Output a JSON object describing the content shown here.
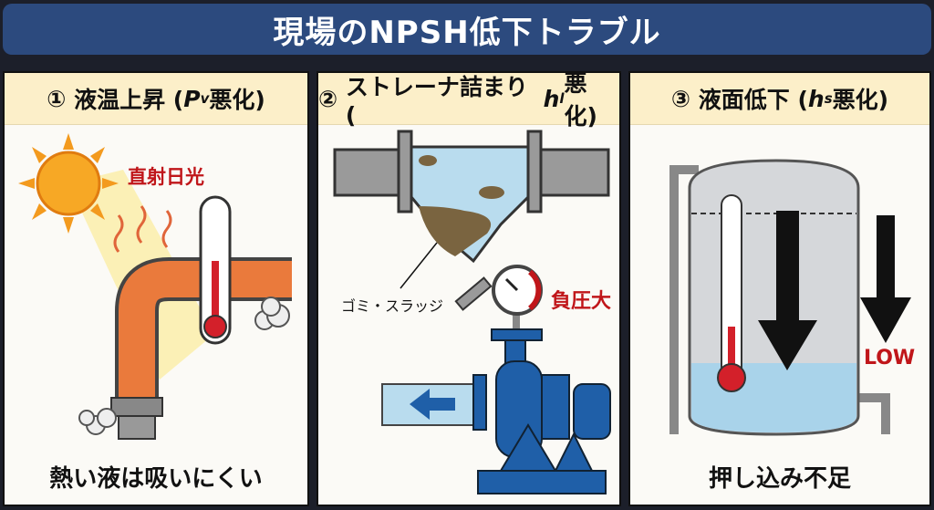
{
  "title": "現場のNPSH低下トラブル",
  "panels": [
    {
      "number": "①",
      "heading": "液温上昇 (",
      "sym": "P",
      "sub": "v",
      "tail": "悪化)",
      "labels": {
        "sun": "直射日光"
      },
      "caption": "熱い液は吸いにくい"
    },
    {
      "number": "②",
      "heading": "ストレーナ詰まり (",
      "sym": "h",
      "sub": "l",
      "tail": "悪化)",
      "labels": {
        "debris": "ゴミ・スラッジ",
        "pressure": "負圧大"
      }
    },
    {
      "number": "③",
      "heading": "液面低下 (",
      "sym": "h",
      "sub": "s",
      "tail": "悪化)",
      "labels": {
        "low": "LOW"
      },
      "caption": "押し込み不足"
    }
  ],
  "colors": {
    "title_bg": "#2c4a7e",
    "header_bg": "#fcefc9",
    "alert": "#c0161a",
    "pump": "#1f5fa8",
    "water": "#a9d3ea"
  }
}
